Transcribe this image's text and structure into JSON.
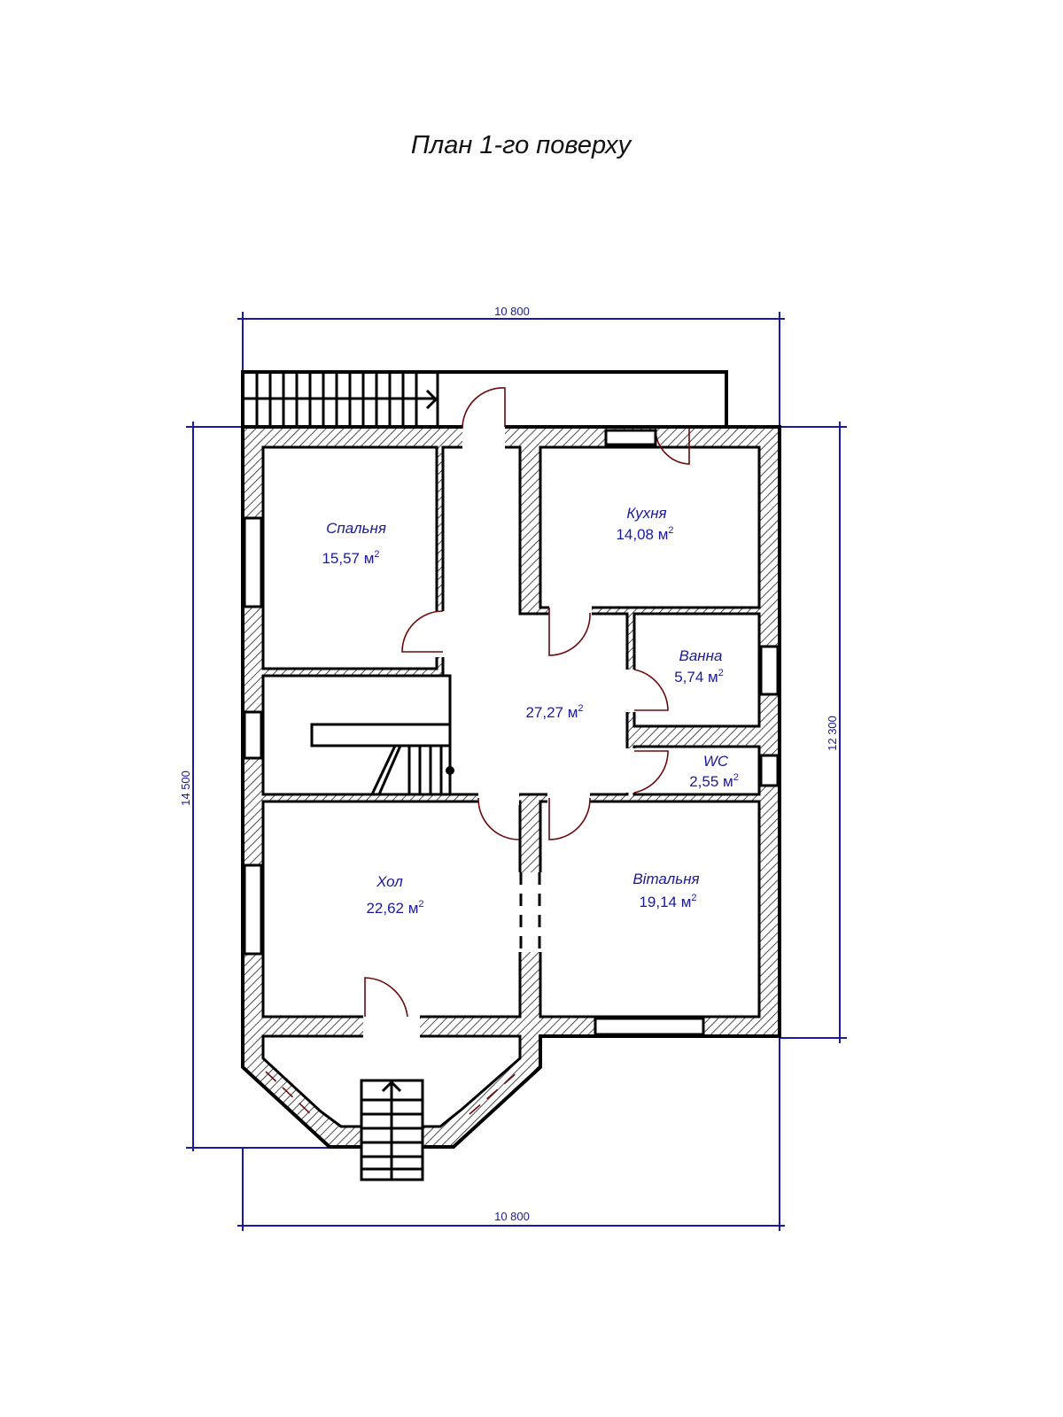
{
  "title": "План 1-го поверху",
  "dimensions": {
    "top": "10 800",
    "bottom": "10 800",
    "left": "14 500",
    "right": "12 300"
  },
  "rooms": [
    {
      "name": "Спальня",
      "area": "15,57 м"
    },
    {
      "name": "Кухня",
      "area": "14,08 м"
    },
    {
      "name": "Ванна",
      "area": "5,74 м"
    },
    {
      "name": "WC",
      "area": "2,55 м"
    },
    {
      "name": "",
      "area": "27,27 м"
    },
    {
      "name": "Хол",
      "area": "22,62 м"
    },
    {
      "name": "Вітальня",
      "area": "19,14 м"
    }
  ],
  "area_unit_sup": "2",
  "colors": {
    "label": "#1a1aa0",
    "door": "#6b0a0a",
    "wall": "#000000"
  }
}
